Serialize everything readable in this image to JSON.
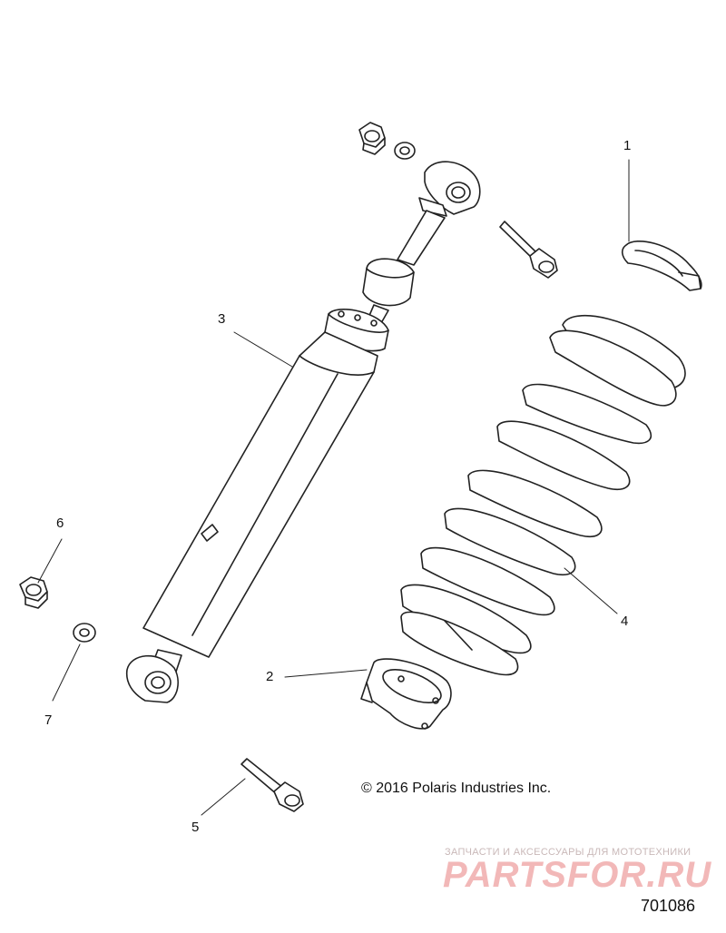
{
  "callouts": [
    {
      "id": "1",
      "label": "1"
    },
    {
      "id": "2",
      "label": "2"
    },
    {
      "id": "3",
      "label": "3"
    },
    {
      "id": "4",
      "label": "4"
    },
    {
      "id": "5",
      "label": "5"
    },
    {
      "id": "6",
      "label": "6"
    },
    {
      "id": "7",
      "label": "7"
    }
  ],
  "copyright": "© 2016 Polaris Industries Inc.",
  "watermark": {
    "caption": "ЗАПЧАСТИ И АКСЕССУАРЫ ДЛЯ МОТОТЕХНИКИ",
    "brand": "PARTSFOR.RU",
    "color": "#f2b8b8"
  },
  "diagram_id": "701086"
}
